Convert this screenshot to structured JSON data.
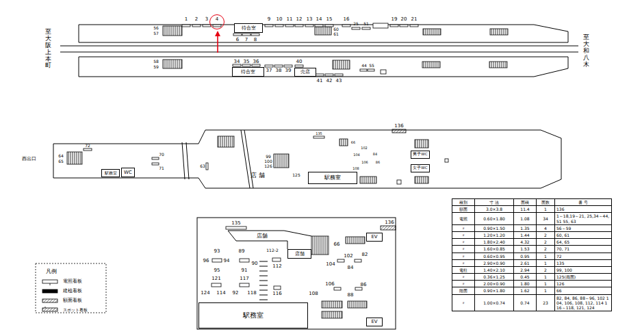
{
  "diagram": {
    "nodes": [
      {
        "text": [
          "4"
        ]
      },
      {
        "text": [
          "待合室"
        ]
      },
      {
        "text": [
          "待合室"
        ]
      },
      {
        "text": [
          "売店"
        ]
      },
      {
        "text": [
          "駅務室"
        ]
      },
      {
        "text": [
          "WC"
        ]
      },
      {
        "text": [
          "駅務室"
        ]
      },
      {
        "text": [
          "男子WC"
        ]
      },
      {
        "text": [
          "女子WC"
        ]
      },
      {
        "text": [
          "店舗"
        ]
      },
      {
        "text": [
          "EV"
        ]
      },
      {
        "text": [
          "店舗"
        ]
      },
      {
        "text": [
          "駅務室"
        ]
      },
      {
        "text": [
          "EV"
        ]
      }
    ],
    "labels": [
      "至大阪上本町",
      "至大和八木",
      "1",
      "2",
      "3",
      "56",
      "57",
      "6",
      "7",
      "8",
      "9",
      "10",
      "11",
      "12",
      "13",
      "14",
      "15",
      "16",
      "60",
      "61",
      "25",
      "51",
      "19",
      "20",
      "21",
      "58",
      "59",
      "34",
      "35",
      "36",
      "37",
      "38",
      "39",
      "40",
      "41",
      "42",
      "43",
      "44",
      "55",
      "西出口",
      "64",
      "65",
      "72",
      "70",
      "71",
      "63",
      "店舗",
      "99",
      "100",
      "126",
      "125",
      "136",
      "135",
      "66",
      "102",
      "104",
      "84",
      "106",
      "86",
      "108",
      "135",
      "136",
      "66",
      "93",
      "96",
      "94",
      "95",
      "89",
      "90",
      "91",
      "112-2",
      "112",
      "102",
      "104",
      "82",
      "84",
      "121",
      "117",
      "124",
      "114",
      "92",
      "118",
      "116",
      "106",
      "108",
      "86",
      "88",
      "凡例",
      "種別",
      "寸 法",
      "面積",
      "面数",
      "番 号",
      "額面",
      "3.0×3.8",
      "11.4",
      "1",
      "136",
      "電照",
      "0.60×1.80",
      "1.08",
      "34",
      "1～18,19～21, 25,34～44, 51 55, 63",
      "〃",
      "0.90×1.50",
      "1.35",
      "4",
      "56～59",
      "〃",
      "1.20×1.20",
      "1.44",
      "2",
      "60, 61",
      "〃",
      "1.80×2.40",
      "4.32",
      "2",
      "64, 65",
      "〃",
      "1.60×0.85",
      "1.53",
      "2",
      "70, 71",
      "〃",
      "0.60×0.95",
      "0.95",
      "1",
      "72",
      "〃",
      "2.90×0.90",
      "2.61",
      "1",
      "135",
      "電柱",
      "1.40×2.10",
      "2.94",
      "2",
      "99, 100",
      "〃",
      "0.36×1.25",
      "0.45",
      "1",
      "125(両面)",
      "〃",
      "2.00×0.90",
      "1.80",
      "1",
      "126",
      "階面",
      "0.90×1.80",
      "1.62",
      "1",
      "66",
      "〃",
      "1.00×0.74",
      "0.74",
      "23",
      "82, 84, 86, 88～96, 102 104, 106, 108, 112, 114 116～118, 121, 124"
    ],
    "legend": [
      {
        "text": "電照看板"
      },
      {
        "text": "建植看板"
      },
      {
        "text": "額面看板"
      },
      {
        "text": "スポット看板"
      }
    ]
  }
}
